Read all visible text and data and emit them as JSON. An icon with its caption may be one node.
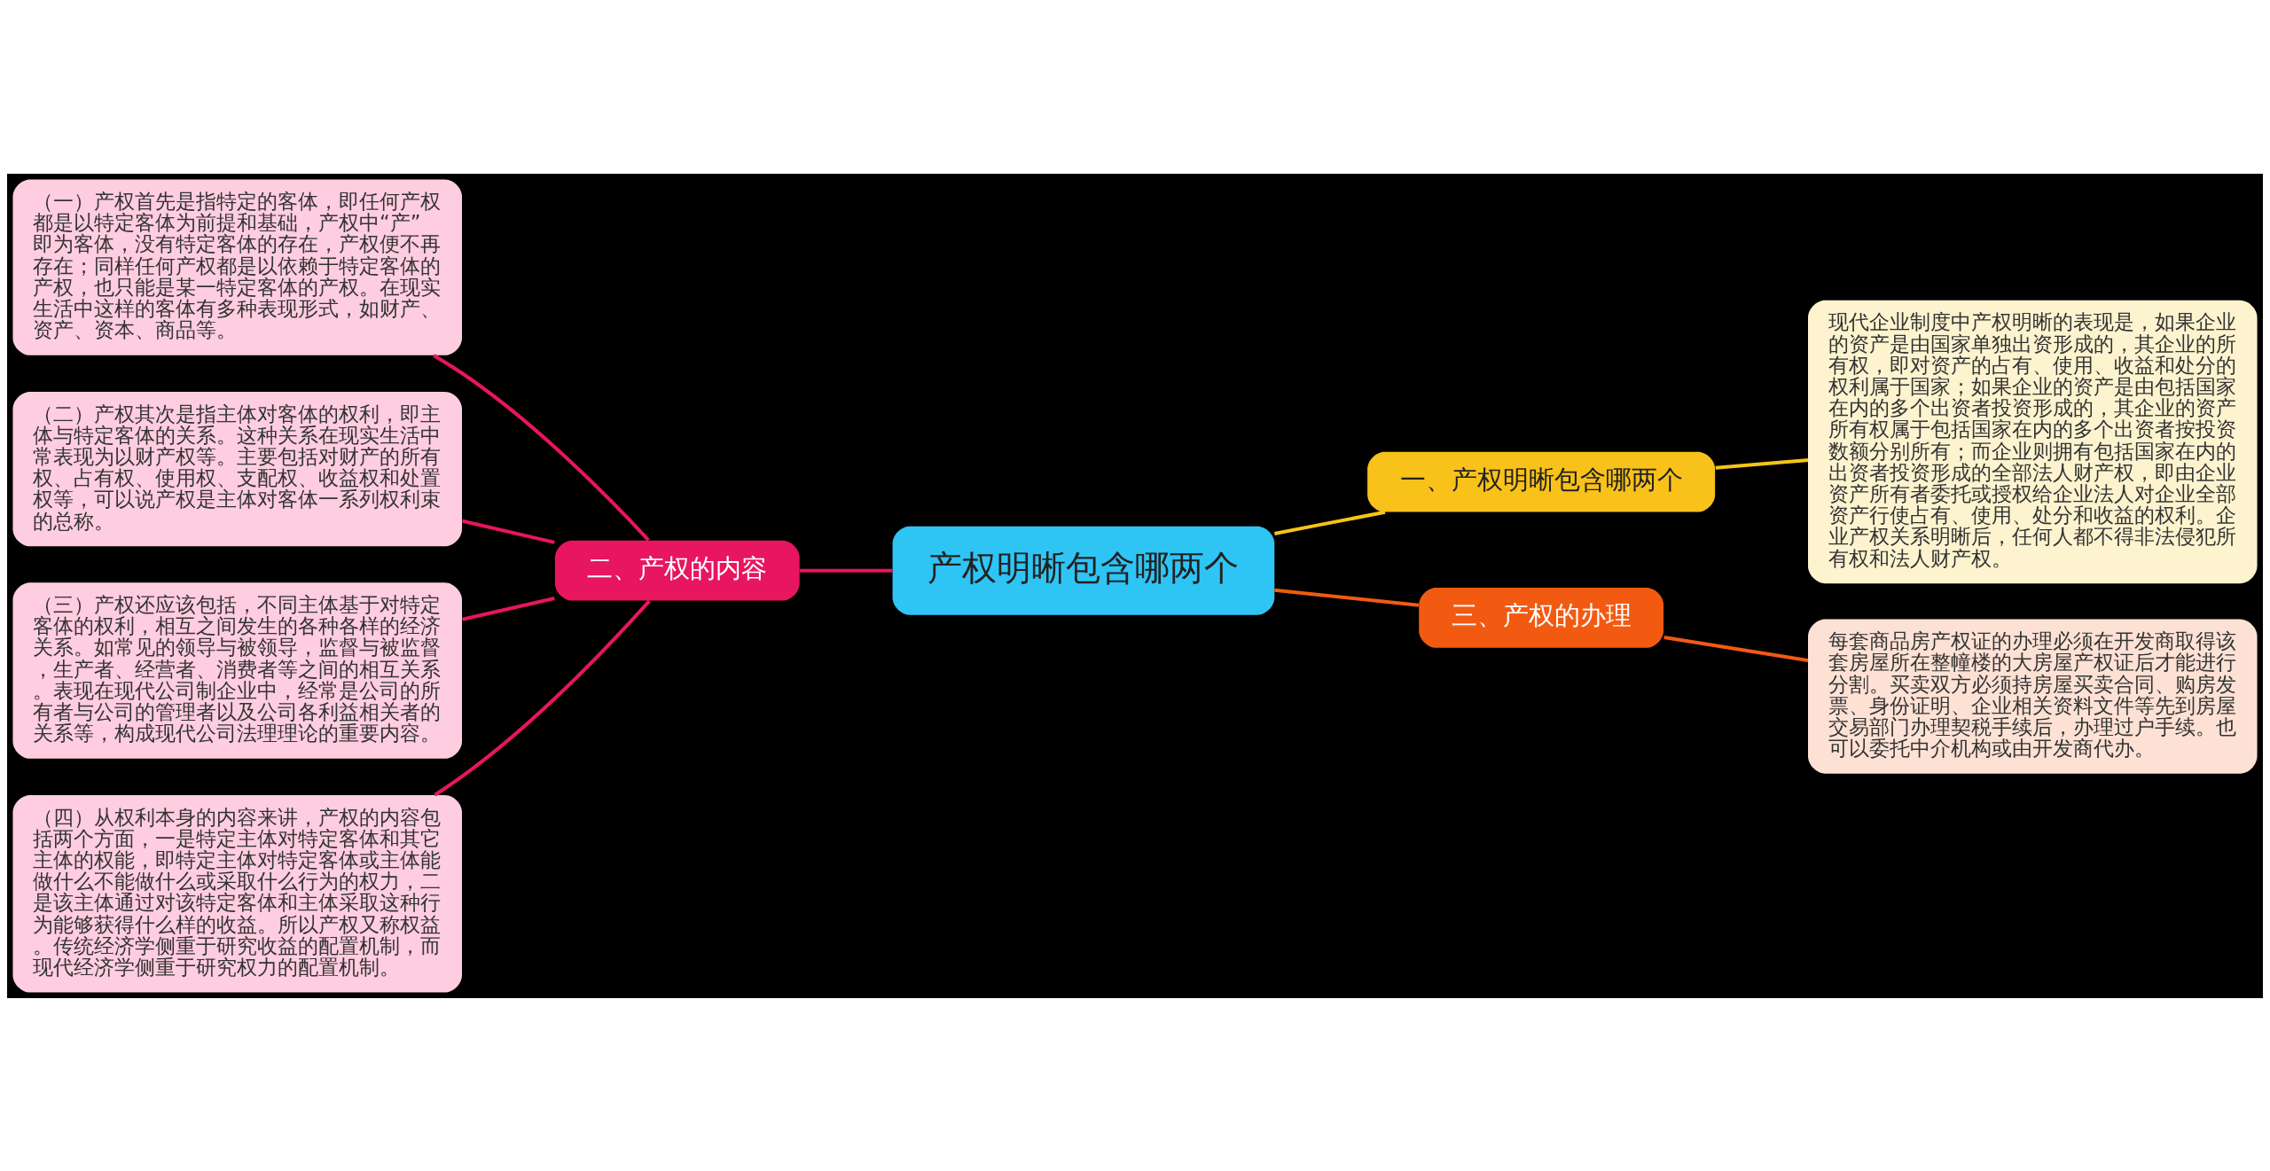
{
  "diagram": {
    "nodes": [
      {
        "text": [
          "产权明晰包含哪两个"
        ]
      },
      {
        "text": [
          "一、产权明晰包含哪两个"
        ]
      },
      {
        "text": [
          "现代企业制度中产权明晰的表现是，如果企业的资产是由国家单独出资形成的，其企业的所有权，即对资产的占有、使用、收益和处分的权利属于国家；如果企业的资产是由包括国家在内的多个出资者投资形成的，其企业的资产所有权属于包括国家在内的多个出资者按投资数额分别所有；而企业则拥有包括国家在内的出资者投资形成的全部法人财产权，即由企业资产所有者委托或授权给企业法人对企业全部资产行使占有、使用、处分和收益的权利。企业产权关系明晰后，任何人都不得非法侵犯所有权和法人财产权。"
        ]
      },
      {
        "text": [
          "二、产权的内容"
        ]
      },
      {
        "text": [
          "（一）产权首先是指特定的客体，即任何产权都是以特定客体为前提和基础，产权中“产”即为客体，没有特定客体的存在，产权便不再存在；同样任何产权都是以依赖于特定客体的产权，也只能是某一特定客体的产权。在现实生活中这样的客体有多种表现形式，如财产、资产、资本、商品等。"
        ]
      },
      {
        "text": [
          "（二）产权其次是指主体对客体的权利，即主体与特定客体的关系。这种关系在现实生活中常表现为以财产权等。主要包括对财产的所有权、占有权、使用权、支配权、收益权和处置权等，可以说产权是主体对客体一系列权利束的总称。"
        ]
      },
      {
        "text": [
          "（三）产权还应该包括，不同主体基于对特定客体的权利，相互之间发生的各种各样的经济关系。如常见的领导与被领导，监督与被监督，生产者、经营者、消费者等之间的相互关系。表现在现代公司制企业中，经常是公司的所有者与公司的管理者以及公司各利益相关者的关系等，构成现代公司法理理论的重要内容。"
        ]
      },
      {
        "text": [
          "（四）从权利本身的内容来讲，产权的内容包括两个方面，一是特定主体对特定客体和其它主体的权能，即特定主体对特定客体或主体能做什么不能做什么或采取什么行为的权力，二是该主体通过对该特定客体和主体采取这种行为能够获得什么样的收益。所以产权又称权益。传统经济学侧重于研究收益的配置机制，而现代经济学侧重于研究权力的配置机制。"
        ]
      },
      {
        "text": [
          "三、产权的办理"
        ]
      },
      {
        "text": [
          "每套商品房产权证的办理必须在开发商取得该套房屋所在整幢楼的大房屋产权证后才能进行分割。买卖双方必须持房屋买卖合同、购房发票、身份证明、企业相关资料文件等先到房屋交易部门办理契税手续后，办理过户手续。也可以委托中介机构或由开发商代办。"
        ]
      }
    ],
    "edges": [
      {
        "from": 0,
        "to": 1,
        "arrow": "none",
        "color": "#f5c518"
      },
      {
        "from": 1,
        "to": 2,
        "arrow": "none",
        "color": "#f5c518"
      },
      {
        "from": 0,
        "to": 3,
        "arrow": "none"
      },
      {
        "from": 3,
        "to": 4,
        "arrow": "none"
      },
      {
        "from": 3,
        "to": 5,
        "arrow": "none"
      },
      {
        "from": 3,
        "to": 6,
        "arrow": "none"
      },
      {
        "from": 3,
        "to": 7,
        "arrow": "none"
      },
      {
        "from": 0,
        "to": 8,
        "arrow": "none",
        "color": "#f25a12"
      },
      {
        "from": 8,
        "to": 9,
        "arrow": "none",
        "color": "#f25a12"
      }
    ]
  }
}
